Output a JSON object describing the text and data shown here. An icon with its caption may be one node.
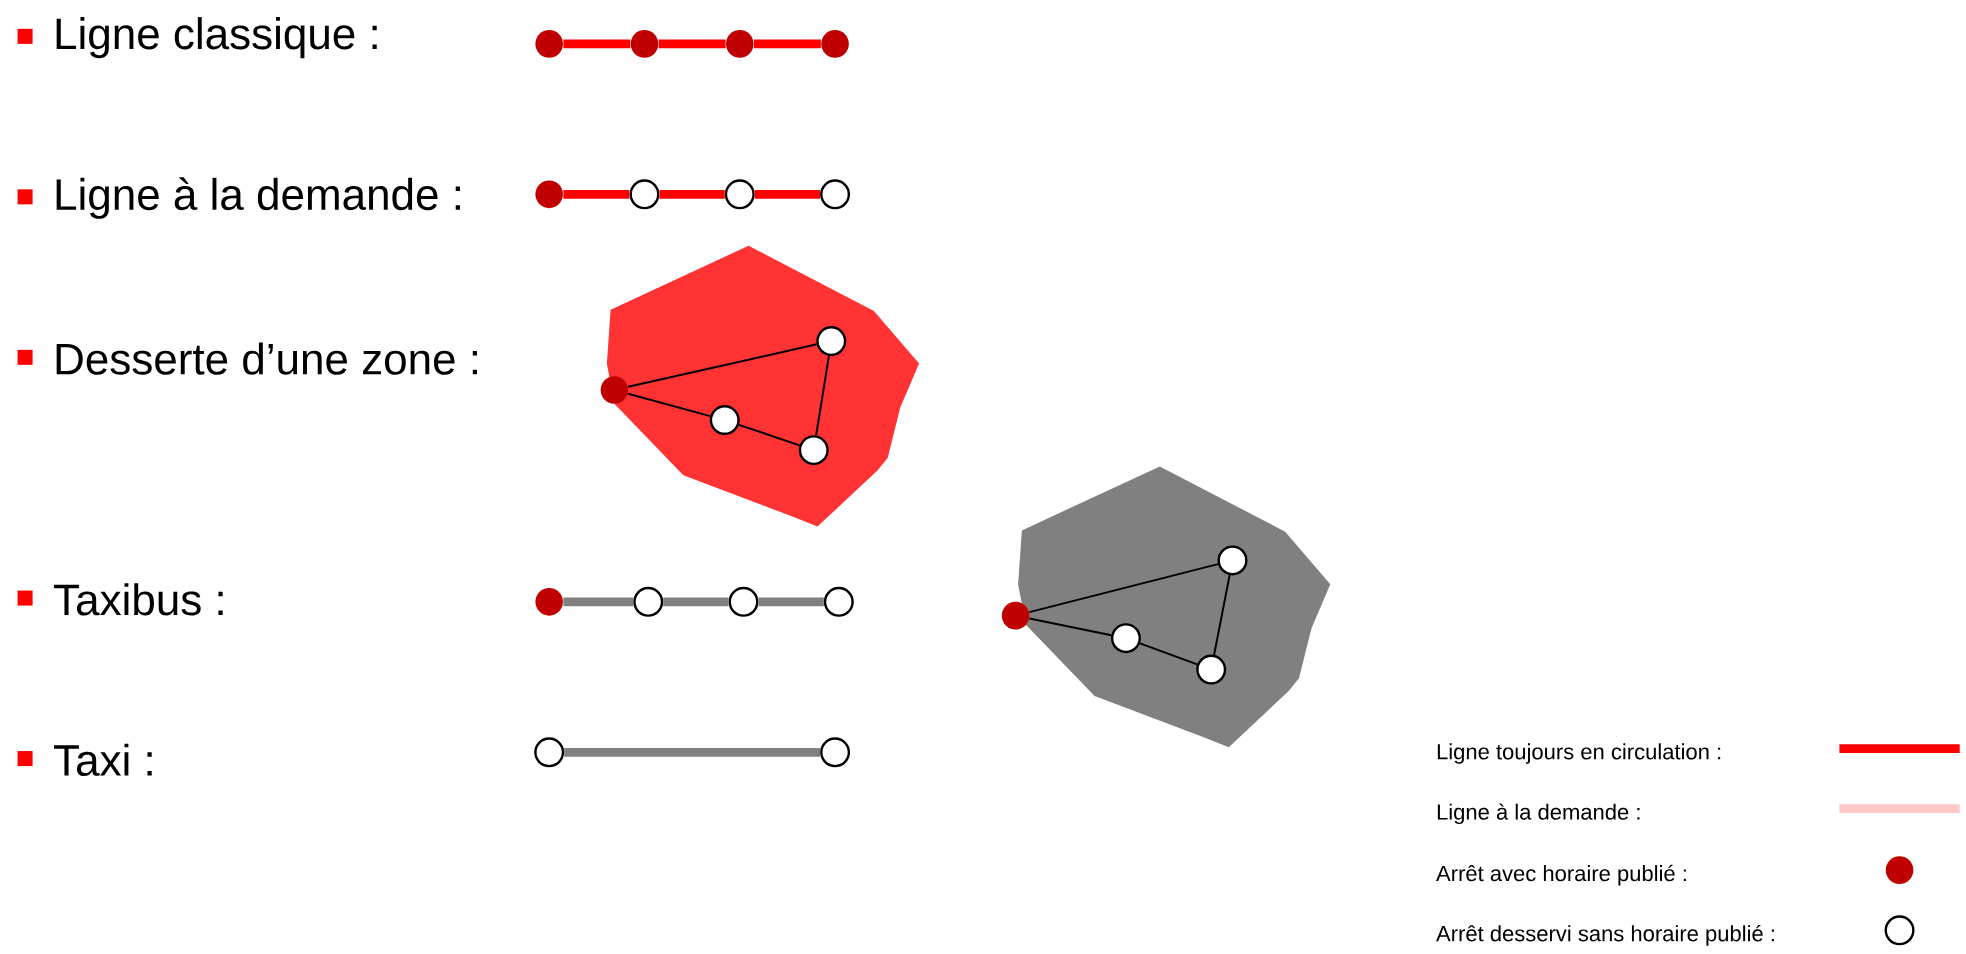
{
  "diagram": {
    "nodes": [
      {
        "text": [],
        "shape": "dot"
      },
      {
        "text": [],
        "shape": "dot"
      },
      {
        "text": [],
        "shape": "dot"
      },
      {
        "text": [],
        "shape": "dot"
      },
      {
        "text": [],
        "shape": "dot"
      },
      {
        "text": [],
        "shape": "circle"
      },
      {
        "text": [],
        "shape": "circle"
      },
      {
        "text": [],
        "shape": "circle"
      },
      {
        "text": [],
        "shape": "polygon"
      },
      {
        "text": [],
        "shape": "dot",
        "in": 8
      },
      {
        "text": [],
        "shape": "circle",
        "in": 8
      },
      {
        "text": [],
        "shape": "circle",
        "in": 8
      },
      {
        "text": [],
        "shape": "circle",
        "in": 8
      },
      {
        "text": [],
        "shape": "dot"
      },
      {
        "text": [],
        "shape": "circle"
      },
      {
        "text": [],
        "shape": "circle"
      },
      {
        "text": [],
        "shape": "circle"
      },
      {
        "text": [],
        "shape": "polygon"
      },
      {
        "text": [],
        "shape": "dot",
        "in": 17
      },
      {
        "text": [],
        "shape": "circle",
        "in": 17
      },
      {
        "text": [],
        "shape": "circle",
        "in": 17
      },
      {
        "text": [],
        "shape": "circle",
        "in": 17
      },
      {
        "text": [],
        "shape": "circle"
      },
      {
        "text": [],
        "shape": "circle"
      }
    ],
    "edges": [
      {
        "from": 0,
        "to": 1,
        "arrow": "none",
        "color": "#ff0000"
      },
      {
        "from": 1,
        "to": 2,
        "arrow": "none",
        "color": "#ff0000"
      },
      {
        "from": 2,
        "to": 3,
        "arrow": "none",
        "color": "#ff0000"
      },
      {
        "from": 4,
        "to": 5,
        "arrow": "none",
        "color": "#ff0000"
      },
      {
        "from": 5,
        "to": 6,
        "arrow": "none",
        "color": "#ff0000"
      },
      {
        "from": 6,
        "to": 7,
        "arrow": "none",
        "color": "#ff0000"
      },
      {
        "from": 9,
        "to": 10,
        "arrow": "none"
      },
      {
        "from": 9,
        "to": 11,
        "arrow": "none"
      },
      {
        "from": 11,
        "to": 12,
        "arrow": "none"
      },
      {
        "from": 12,
        "to": 10,
        "arrow": "none"
      },
      {
        "from": 13,
        "to": 14,
        "arrow": "none",
        "color": "#808080"
      },
      {
        "from": 14,
        "to": 15,
        "arrow": "none",
        "color": "#808080"
      },
      {
        "from": 15,
        "to": 16,
        "arrow": "none",
        "color": "#808080"
      },
      {
        "from": 18,
        "to": 19,
        "arrow": "none"
      },
      {
        "from": 18,
        "to": 20,
        "arrow": "none"
      },
      {
        "from": 20,
        "to": 21,
        "arrow": "none"
      },
      {
        "from": 21,
        "to": 19,
        "arrow": "none"
      },
      {
        "from": 22,
        "to": 23,
        "arrow": "none",
        "color": "#808080"
      }
    ],
    "labels": [
      "Ligne classique :",
      "Ligne à la demande :",
      "Desserte d’une zone :",
      "Taxibus :",
      "Taxi :"
    ],
    "legend": [
      {
        "text": "Ligne toujours en circulation :",
        "color": "#ff0000"
      },
      {
        "text": "Ligne à la demande :",
        "color": "#ffc8c8"
      },
      {
        "text": "Arrêt avec horaire publié :"
      },
      {
        "text": "Arrêt desservi sans horaire publié :"
      }
    ]
  }
}
